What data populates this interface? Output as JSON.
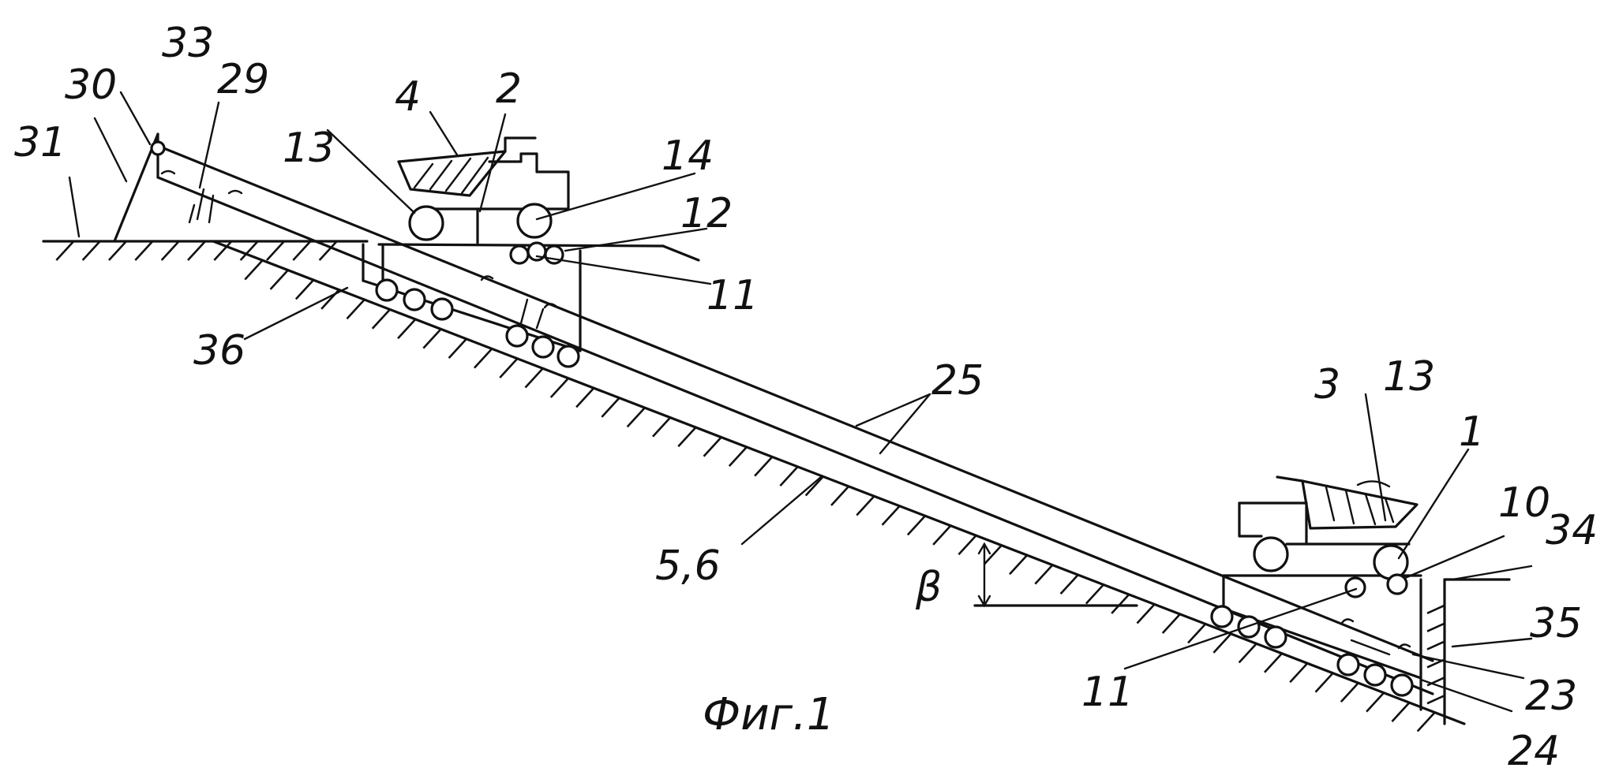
{
  "figure": {
    "caption": "Фиг.1",
    "angle_symbol": "β",
    "labels": {
      "l33": "33",
      "l30": "30",
      "l29": "29",
      "l31": "31",
      "l4": "4",
      "l2": "2",
      "l13a": "13",
      "l14": "14",
      "l12": "12",
      "l11a": "11",
      "l36": "36",
      "l25": "25",
      "l56": "5,6",
      "l3": "3",
      "l13b": "13",
      "l1": "1",
      "l10": "10",
      "l34": "34",
      "l35": "35",
      "l11b": "11",
      "l23": "23",
      "l24": "24"
    }
  },
  "colors": {
    "ink": "#111111",
    "paper": "#ffffff"
  }
}
